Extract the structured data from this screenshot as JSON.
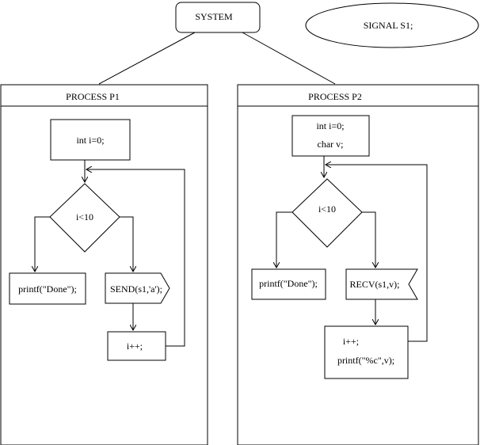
{
  "system": {
    "label": "SYSTEM"
  },
  "signal": {
    "label": "SIGNAL  S1;"
  },
  "process_p1": {
    "title": "PROCESS P1",
    "init": "int i=0;",
    "condition": "i<10",
    "done": "printf(\"Done\");",
    "send": "SEND(s1,'a');",
    "increment": "i++;"
  },
  "process_p2": {
    "title": "PROCESS P2",
    "init_line1": "int i=0;",
    "init_line2": "char v;",
    "condition": "i<10",
    "done": "printf(\"Done\");",
    "recv": "RECV(s1,v);",
    "body_line1": "i++;",
    "body_line2": "printf(\"%c\",v);"
  }
}
